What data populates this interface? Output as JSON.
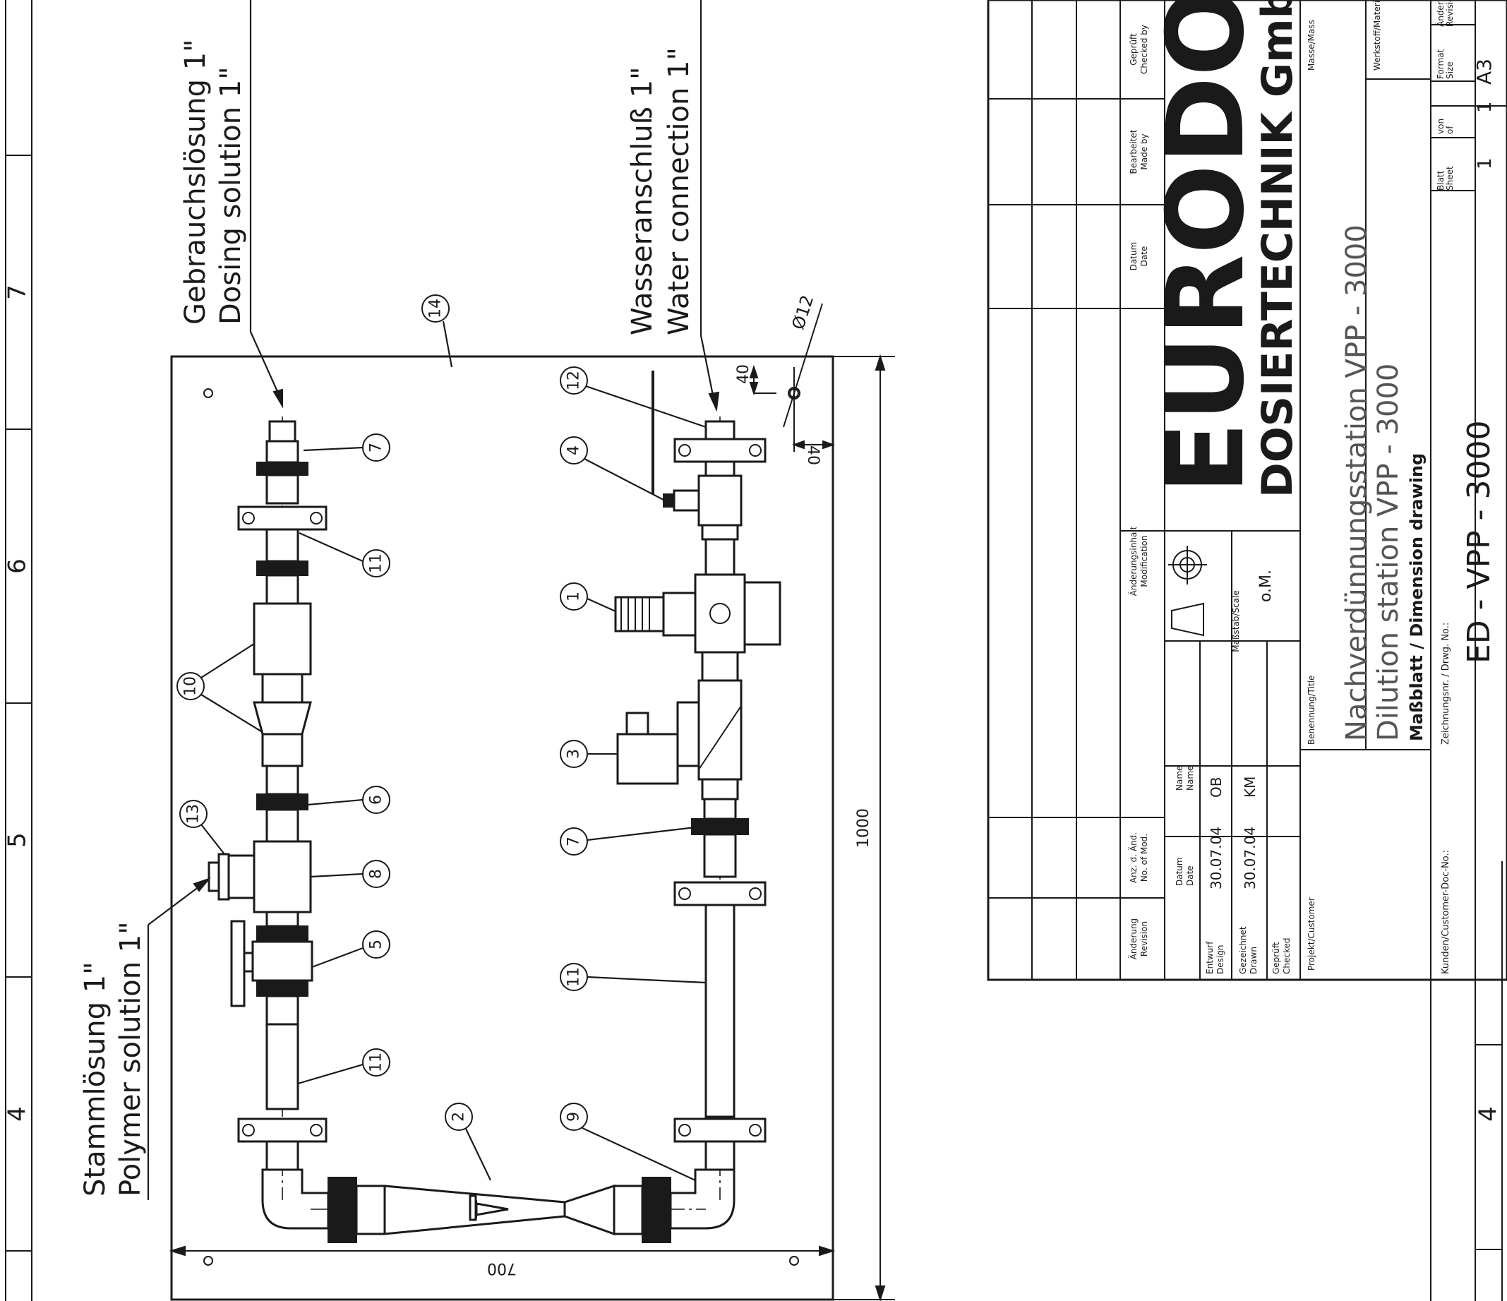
{
  "sheet": {
    "grid_numbers": [
      "4",
      "5",
      "6",
      "7"
    ],
    "grid_number_bottom": "4"
  },
  "drawing": {
    "labels": {
      "dosing_de": "Gebrauchslösung 1\"",
      "dosing_en": "Dosing solution 1\"",
      "water_de": "Wasseranschluß 1\"",
      "water_en": "Water connection 1\"",
      "polymer_de": "Stammlösung 1\"",
      "polymer_en": "Polymer solution 1\""
    },
    "dimensions": {
      "width": "700",
      "height": "1000",
      "hole_dia": "Ø12",
      "offset_a": "40",
      "offset_b": "40"
    },
    "balloons": [
      "1",
      "2",
      "3",
      "4",
      "5",
      "6",
      "7",
      "7",
      "8",
      "9",
      "10",
      "11",
      "11",
      "11",
      "12",
      "13",
      "14"
    ]
  },
  "title_block": {
    "revision_header": {
      "aenderung": "Änderung",
      "revision": "Revision",
      "anz": "Anz. d. Änd.",
      "no_mod": "No. of Mod.",
      "inhalt": "Änderungsinhalt",
      "modification": "Modification",
      "datum": "Datum",
      "date": "Date",
      "bearbeitet": "Bearbeitet",
      "made_by": "Made by",
      "geprueft": "Geprüft",
      "checked_by": "Checked by"
    },
    "rows": {
      "datum_label": "Datum",
      "date_label": "Date",
      "name_label": "Name",
      "name_label_en": "Name",
      "design_de": "Entwurf",
      "design_en": "Design",
      "design_date": "30.07.04",
      "design_name": "OB",
      "drawn_de": "Gezeichnet",
      "drawn_en": "Drawn",
      "drawn_date": "30.07.04",
      "drawn_name": "KM",
      "checked_de": "Geprüft",
      "checked_en": "Checked"
    },
    "scale_label": "Maßstab/Scale",
    "scale_value": "o.M.",
    "company_big": "EURODOS",
    "company_sub": "DOSIERTECHNIK GmbH",
    "mass_label": "Masse/Mass",
    "material_label": "Werkstoff/Material",
    "project_label": "Projekt/Customer",
    "title_label": "Benennung/Title",
    "title_line1": "Nachverdünnungsstation  VPP - 3000",
    "title_line2": "Dilution station           VPP - 3000",
    "title_line3": "Maßblatt / Dimension drawing",
    "customer_doc_label": "Kunden/Customer-Doc-No.:",
    "drawing_no_label": "Zeichnungsnr. / Drwg. No.:",
    "drawing_no": "ED - VPP - 3000",
    "sheet_label": "Blatt",
    "sheet_label_en": "Sheet",
    "sheet_value": "1",
    "of_label": "von",
    "of_label_en": "of",
    "of_value": "1",
    "format_label": "Format",
    "format_label_en": "Size",
    "format_value": "A3",
    "rev_label": "Änderung",
    "rev_label_en": "Revision"
  }
}
